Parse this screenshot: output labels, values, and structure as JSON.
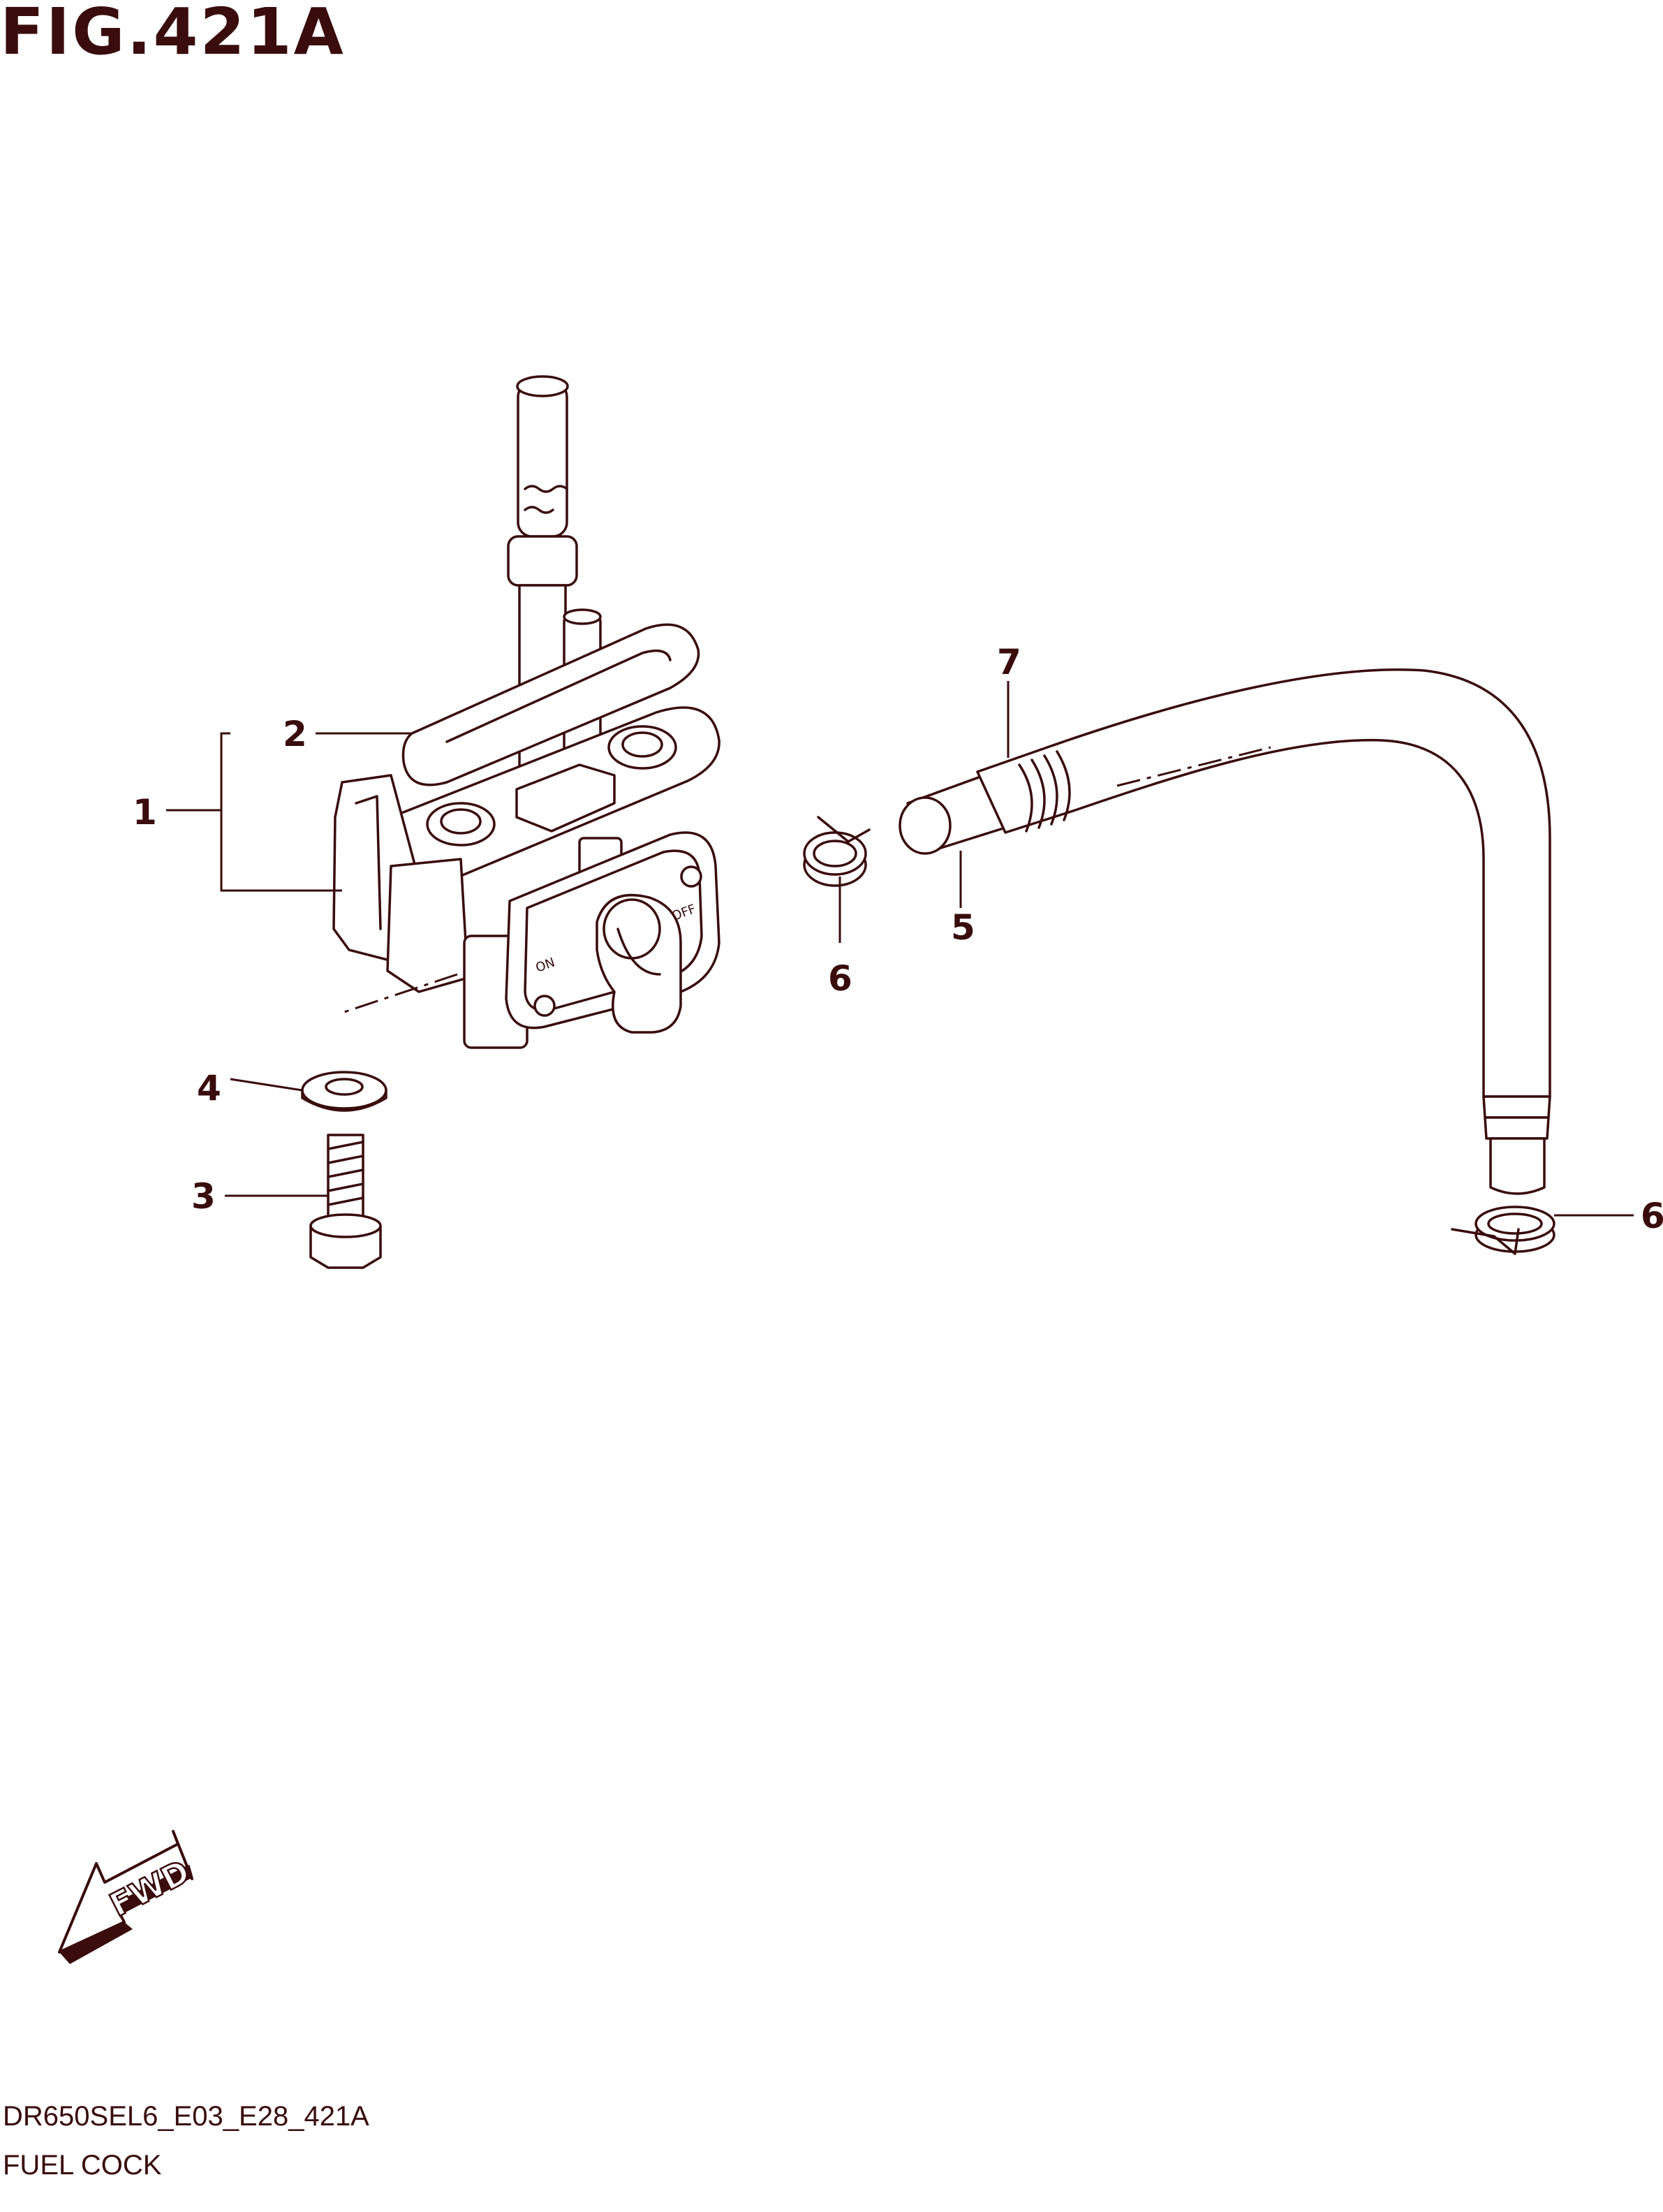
{
  "figure": {
    "title": "FIG.421A",
    "code": "DR650SEL6_E03_E28_421A",
    "name": "FUEL COCK"
  },
  "callouts": [
    "1",
    "2",
    "3",
    "4",
    "5",
    "6",
    "6",
    "7"
  ],
  "fwd_label": "FWD",
  "cock_markings": {
    "on": "ON",
    "off": "OFF"
  },
  "colors": {
    "ink": "#3a0c0c",
    "background": "#ffffff"
  }
}
